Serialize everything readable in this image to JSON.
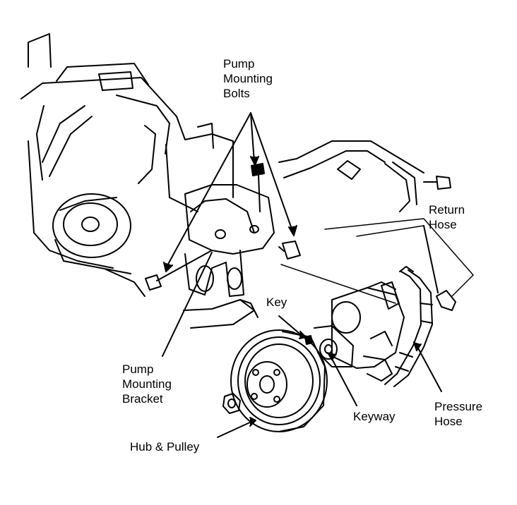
{
  "labels": {
    "pump_mounting_bolts": "Pump\nMounting\nBolts",
    "return_hose": "Return\nHose",
    "key": "Key",
    "pump_mounting_bracket": "Pump\nMounting\nBracket",
    "keyway": "Keyway",
    "pressure_hose": "Pressure\nHose",
    "hub_and_pulley": "Hub & Pulley"
  },
  "colors": {
    "ink": "#000000",
    "paper": "#ffffff"
  }
}
